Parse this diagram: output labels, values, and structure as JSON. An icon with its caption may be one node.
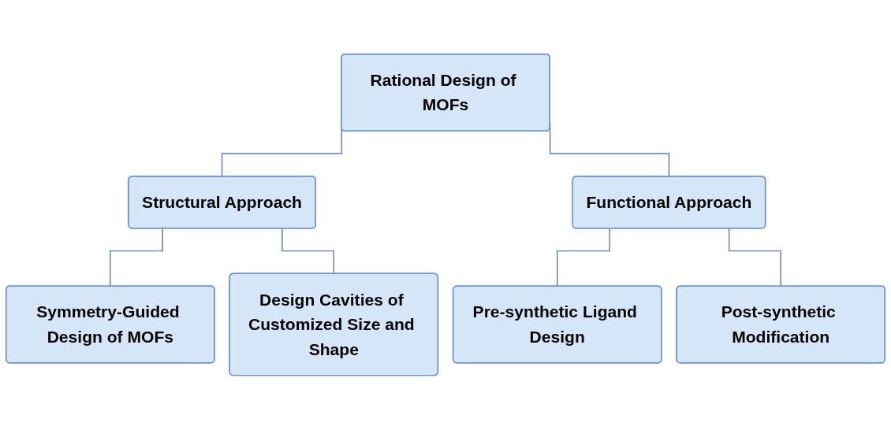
{
  "diagram": {
    "nodes": [
      {
        "text": [
          "Rational Design of MOFs"
        ]
      },
      {
        "text": [
          "Structural Approach"
        ]
      },
      {
        "text": [
          "Functional Approach"
        ]
      },
      {
        "text": [
          "Symmetry-Guided Design of MOFs"
        ]
      },
      {
        "text": [
          "Design Cavities of Customized Size and Shape"
        ]
      },
      {
        "text": [
          "Pre-synthetic Ligand Design"
        ]
      },
      {
        "text": [
          "Post-synthetic Modification"
        ]
      }
    ],
    "edges": [
      {
        "from": 0,
        "to": 1,
        "arrow": "none"
      },
      {
        "from": 0,
        "to": 2,
        "arrow": "none"
      },
      {
        "from": 1,
        "to": 3,
        "arrow": "none"
      },
      {
        "from": 1,
        "to": 4,
        "arrow": "none"
      },
      {
        "from": 2,
        "to": 5,
        "arrow": "none"
      },
      {
        "from": 2,
        "to": 6,
        "arrow": "none"
      }
    ]
  }
}
